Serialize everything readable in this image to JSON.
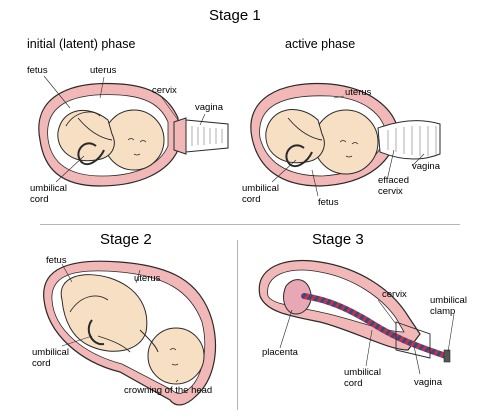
{
  "stage1": {
    "title": "Stage 1",
    "left_panel": {
      "phase": "initial (latent) phase",
      "labels": {
        "fetus": "fetus",
        "uterus": "uterus",
        "cervix": "cervix",
        "vagina": "vagina",
        "umbilical": "umbilical",
        "cord": "cord"
      }
    },
    "right_panel": {
      "phase": "active phase",
      "labels": {
        "uterus": "uterus",
        "umbilical": "umbilical",
        "cord": "cord",
        "fetus": "fetus",
        "vagina": "vagina",
        "effaced": "effaced",
        "cervix": "cervix"
      }
    }
  },
  "stage2": {
    "title": "Stage 2",
    "labels": {
      "fetus": "fetus",
      "uterus": "uterus",
      "umbilical": "umbilical",
      "cord": "cord",
      "crowning": "crowning of the head"
    }
  },
  "stage3": {
    "title": "Stage 3",
    "labels": {
      "cervix": "cervix",
      "umbilical_clamp_1": "umbilical",
      "umbilical_clamp_2": "clamp",
      "placenta": "placenta",
      "umbilical": "umbilical",
      "cord": "cord",
      "vagina": "vagina"
    }
  },
  "colors": {
    "uterus_wall": "#f2b8b8",
    "outline": "#2a2a2a",
    "skin": "#f7dfc4",
    "cord_red": "#c8323c",
    "cord_blue": "#2f4a8f",
    "placenta": "#e7a7b4"
  }
}
